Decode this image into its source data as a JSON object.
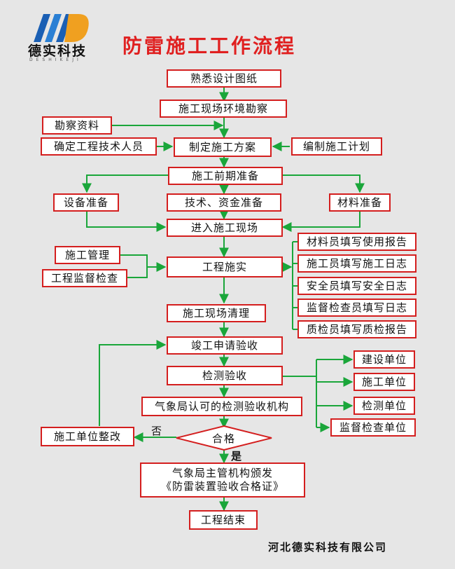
{
  "header": {
    "logo_name": "德实科技",
    "logo_sub": "DESHIKEJI",
    "title": "防雷施工工作流程"
  },
  "nodes": {
    "familiar": "熟悉设计图纸",
    "survey": "施工现场环境勘察",
    "survey_data": "勘察资料",
    "staff": "确定工程技术人员",
    "plan": "制定施工方案",
    "schedule": "编制施工计划",
    "prep": "施工前期准备",
    "equip": "设备准备",
    "tech": "技术、资金准备",
    "material": "材料准备",
    "enter": "进入施工现场",
    "manage": "施工管理",
    "supervise": "工程监督检查",
    "implement": "工程施实",
    "log_material": "材料员填写使用报告",
    "log_construct": "施工员填写施工日志",
    "log_safety": "安全员填写安全日志",
    "log_supervise": "监督检查员填写日志",
    "log_quality": "质检员填写质检报告",
    "clean": "施工现场清理",
    "apply": "竣工申请验收",
    "inspect": "检测验收",
    "unit_build": "建设单位",
    "unit_construct": "施工单位",
    "unit_inspect": "检测单位",
    "unit_supervise": "监督检查单位",
    "agency": "气象局认可的检测验收机构",
    "rectify": "施工单位整改",
    "decision": "合格",
    "certify_line1": "气象局主管机构颁发",
    "certify_line2": "《防雷装置验收合格证》",
    "end": "工程结束"
  },
  "labels": {
    "no": "否",
    "yes": "是"
  },
  "footer": {
    "company": "河北德实科技有限公司"
  },
  "colors": {
    "box_border": "#d41e1e",
    "arrow": "#1aa63a",
    "title": "#e02020",
    "logo_blue": "#1a5fb4",
    "logo_orange": "#f0a020"
  }
}
